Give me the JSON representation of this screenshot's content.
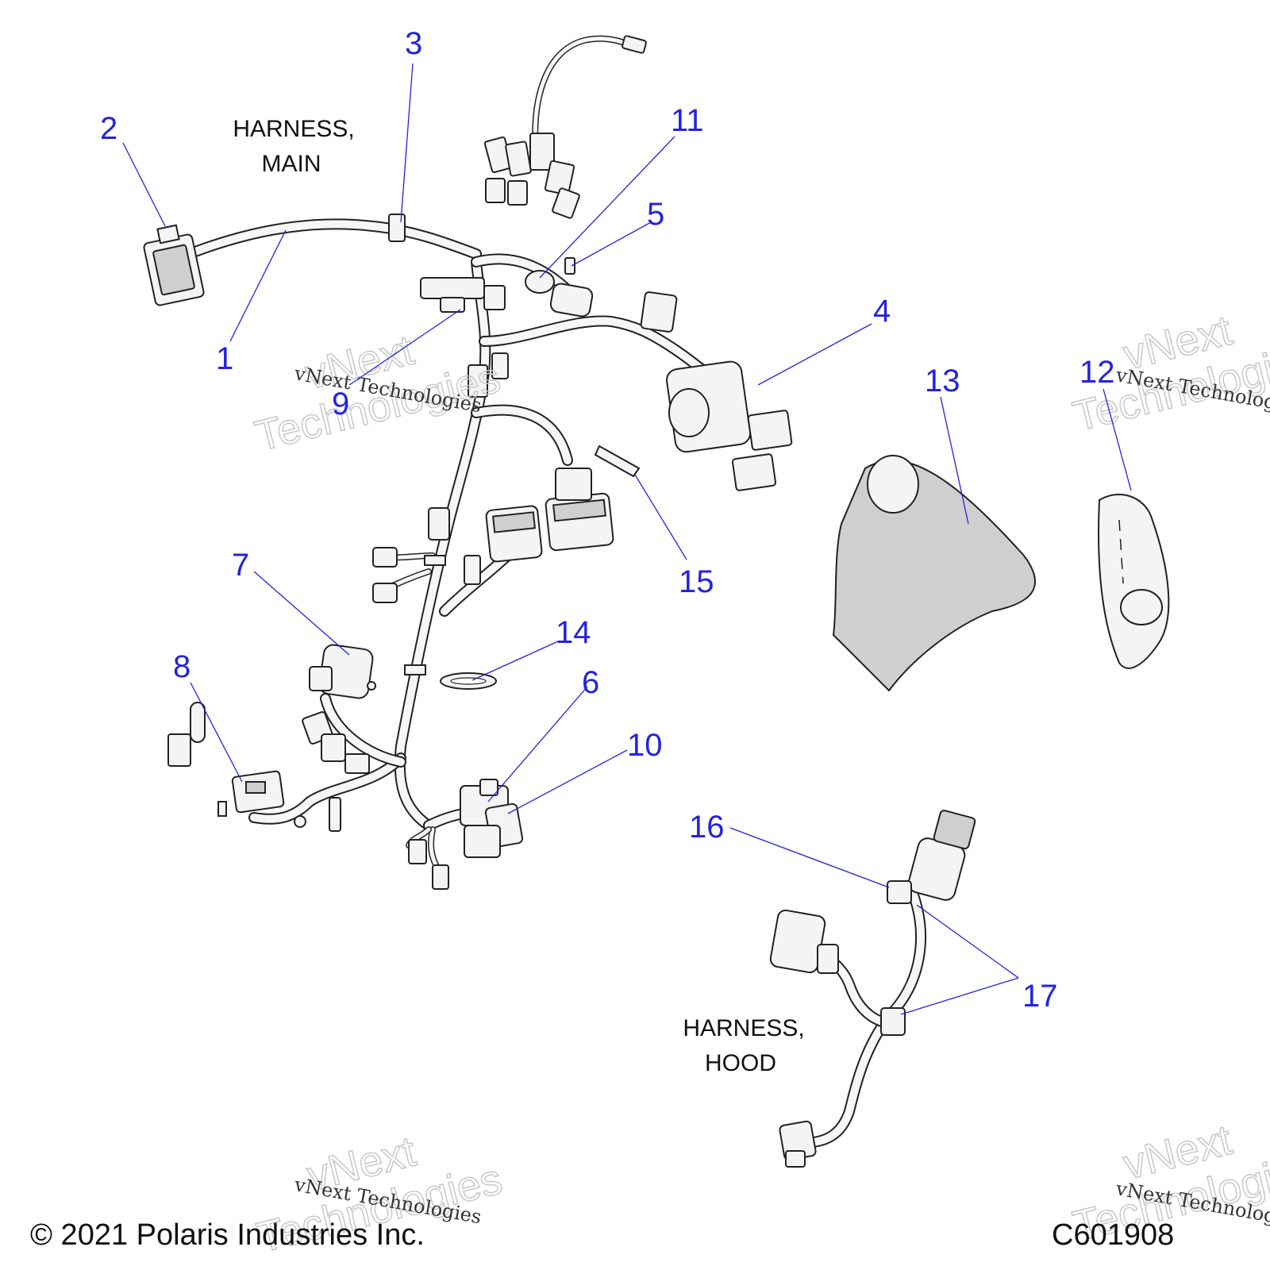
{
  "labels": {
    "harness_main_line1": "HARNESS,",
    "harness_main_line2": "MAIN",
    "harness_hood_line1": "HARNESS,",
    "harness_hood_line2": "HOOD"
  },
  "callouts": {
    "c1": "1",
    "c2": "2",
    "c3": "3",
    "c4": "4",
    "c5": "5",
    "c6": "6",
    "c7": "7",
    "c8": "8",
    "c9": "9",
    "c10": "10",
    "c11": "11",
    "c12": "12",
    "c13": "13",
    "c14": "14",
    "c15": "15",
    "c16": "16",
    "c17": "17"
  },
  "watermark": {
    "outline_line1": "vNext",
    "outline_line2": "Technologies",
    "plain": "vNext Technologies"
  },
  "footer": {
    "copyright": "© 2021 Polaris Industries Inc.",
    "drawing_number": "C601908"
  },
  "colors": {
    "callout": "#2323e0",
    "line_art": "#222222"
  }
}
